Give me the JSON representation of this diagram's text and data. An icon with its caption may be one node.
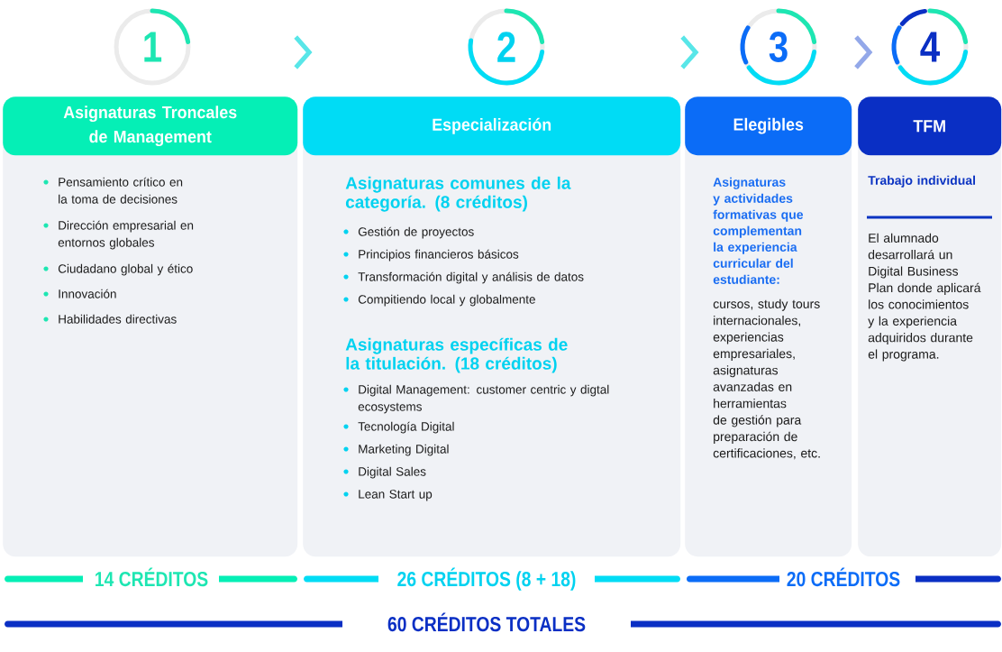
{
  "diagram": {
    "nodes": [
      {
        "text": [
          "1"
        ]
      },
      {
        "text": [
          "2"
        ]
      },
      {
        "text": [
          "3"
        ]
      },
      {
        "text": [
          "4"
        ]
      },
      {
        "text": [
          "Asignaturas Troncales de Management",
          "Pensamiento crítico en la toma de decisiones",
          "Dirección empresarial en entornos globales",
          "Ciudadano global y ético",
          "Innovación",
          "Habilidades directivas"
        ],
        "beside": [
          "14 CRÉDITOS"
        ]
      },
      {
        "text": [
          "Especialización",
          "Asignaturas comunes de la categoría. (8 créditos)",
          "Gestión de proyectos",
          "Principios financieros básicos",
          "Transformación digital y análisis de datos",
          "Compitiendo local y globalmente",
          "Asignaturas específicas de la titulación. (18 créditos)",
          "Digital Management: customer centric y digtal ecosystems",
          "Tecnología Digital",
          "Marketing Digital",
          "Digital Sales",
          "Lean Start up"
        ],
        "beside": [
          "26 CRÉDITOS (8 + 18)"
        ]
      },
      {
        "text": [
          "Elegibles",
          "Asignaturas y actividades formativas que complementan la experiencia curricular del estudiante:",
          "cursos, study tours internacionales, experiencias empresariales, asignaturas avanzadas en herramientas de gestión para preparación de certificaciones, etc."
        ]
      },
      {
        "text": [
          "TFM",
          "Trabajo individual",
          "El alumnado desarrollará un Digital Business Plan donde aplicará los conocimientos y la experiencia adquiridos durante el programa."
        ]
      }
    ],
    "edges": [
      {
        "from": 4,
        "to": 5,
        "arrow": "to"
      },
      {
        "from": 5,
        "to": 6,
        "arrow": "to"
      },
      {
        "from": 2,
        "to": 3,
        "arrow": "to",
        "color": "#93a8e9"
      }
    ],
    "labels": [
      "20 CRÉDITOS",
      "60 CRÉDITOS TOTALES"
    ]
  }
}
